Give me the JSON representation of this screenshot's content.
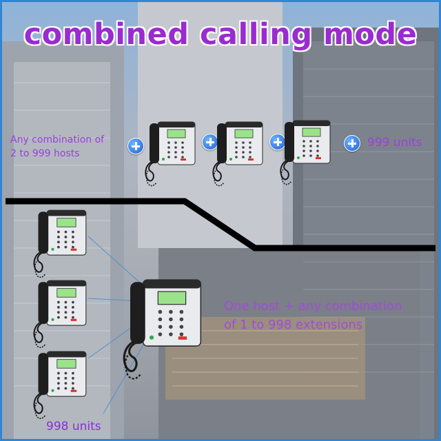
{
  "title": "combined calling mode",
  "top_section": {
    "left_label": "Any combination of\n2 to 999 hosts",
    "right_label": "999 units"
  },
  "bottom_section": {
    "right_label": "One host + any combination\nof 1 to 998 extensions",
    "bottom_label": "998 units"
  },
  "colors": {
    "title": "#9a2bd1",
    "label": "#8a2fd6",
    "plus_icon": "#2a72e0",
    "divider": "#000000",
    "frame": "#2f86d6"
  },
  "icons": [
    "plus-icon",
    "desk-phone-icon"
  ]
}
